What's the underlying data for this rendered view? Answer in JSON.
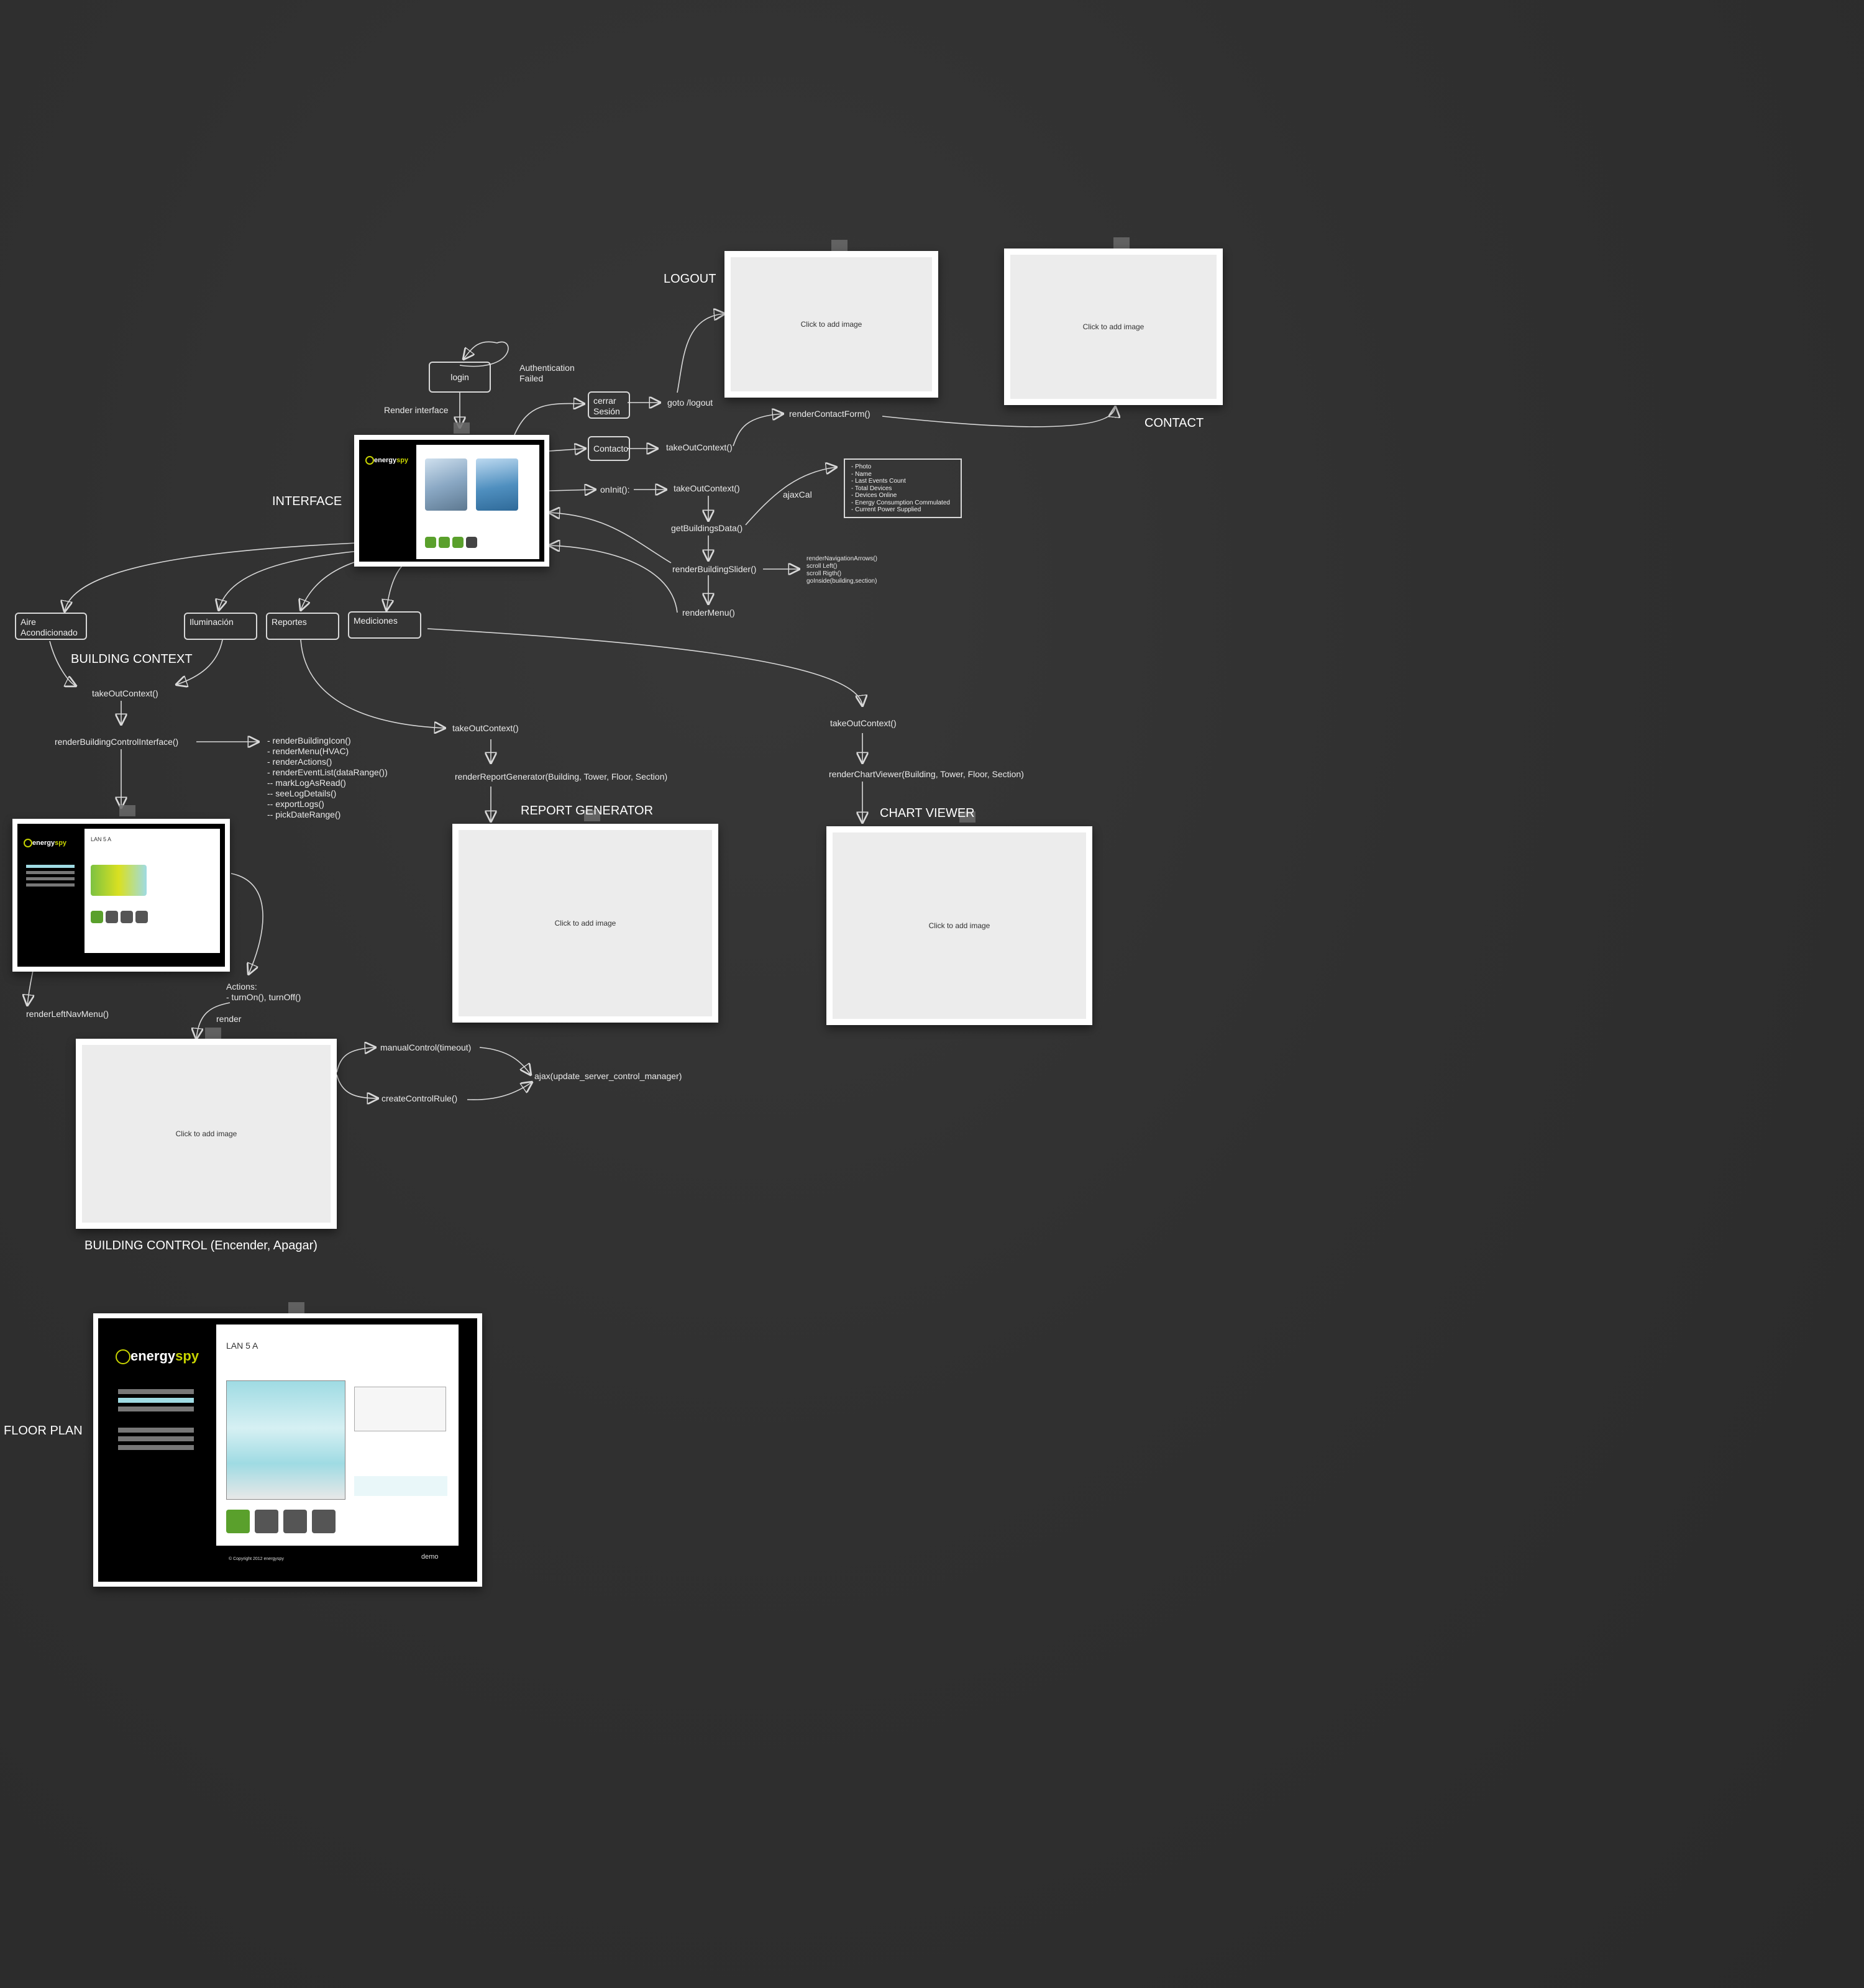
{
  "titles": {
    "logout": "LOGOUT",
    "contact": "CONTACT",
    "interface": "INTERFACE",
    "building_context": "BUILDING CONTEXT",
    "report_generator": "REPORT GENERATOR",
    "chart_viewer": "CHART VIEWER",
    "building_control": "BUILDING CONTROL (Encender, Apagar)",
    "floor_plan": "FLOOR PLAN"
  },
  "nodes": {
    "login": "login",
    "cerrar_sesion": "cerrar Sesión",
    "contacto": "Contacto",
    "aire": "Aire Acondicionado",
    "iluminacion": "Iluminación",
    "reportes": "Reportes",
    "mediciones": "Mediciones"
  },
  "labels": {
    "auth_failed": "Authentication Failed",
    "render_interface": "Render interface",
    "goto_logout": "goto /logout",
    "take_out_context_contact": "takeOutContext()",
    "render_contact_form": "renderContactForm()",
    "on_init": "onInit():",
    "take_out_context_init": "takeOutContext()",
    "ajax_cal": "ajaxCal",
    "get_buildings_data": "getBuildingsData()",
    "render_building_slider": "renderBuildingSlider()",
    "render_menu": "renderMenu()",
    "take_out_context_building": "takeOutContext()",
    "render_building_control_interface": "renderBuildingControlInterface()",
    "take_out_context_reportes": "takeOutContext()",
    "render_report_generator": "renderReportGenerator(Building, Tower, Floor, Section)",
    "take_out_context_mediciones": "takeOutContext()",
    "render_chart_viewer": "renderChartViewer(Building, Tower, Floor, Section)",
    "render_left_nav_menu": "renderLeftNavMenu()",
    "actions": "Actions:",
    "actions_on_off": "- turnOn(), turnOff()",
    "render": "render",
    "manual_control": "manualControl(timeout)",
    "create_control_rule": "createControlRule()",
    "ajax_update": "ajax(update_server_control_manager)"
  },
  "building_data_fields": [
    "- Photo",
    "- Name",
    "- Last Events Count",
    "- Total Devices",
    "- Devices Online",
    "- Energy Consumption Commulated",
    "- Current Power Supplied"
  ],
  "slider_methods": [
    "renderNavigationArrows()",
    "scroll Left()",
    "scroll Rigth()",
    "goInside(building,section)"
  ],
  "building_control_methods": [
    "- renderBuildingIcon()",
    "- renderMenu(HVAC)",
    "- renderActions()",
    "- renderEventList(dataRange())",
    "-- markLogAsRead()",
    "-- seeLogDetails()",
    "-- exportLogs()",
    "-- pickDateRange()"
  ],
  "placeholder_text": "Click to add image",
  "mockups": {
    "logo_prefix": "energy",
    "logo_accent": "spy",
    "building_name": "LAN 5 A",
    "floor_plan_footer": "demo",
    "floor_plan_copyright": "© Copyright 2012 energyspy"
  },
  "colors": {
    "background": "#2e2e2e",
    "line": "#d8d8d8",
    "frame": "#ffffff",
    "placeholder": "#ececec",
    "logo_accent": "#c8d400",
    "hvac_green": "#5aa02c",
    "floor_cyan": "#9fdbe3"
  }
}
